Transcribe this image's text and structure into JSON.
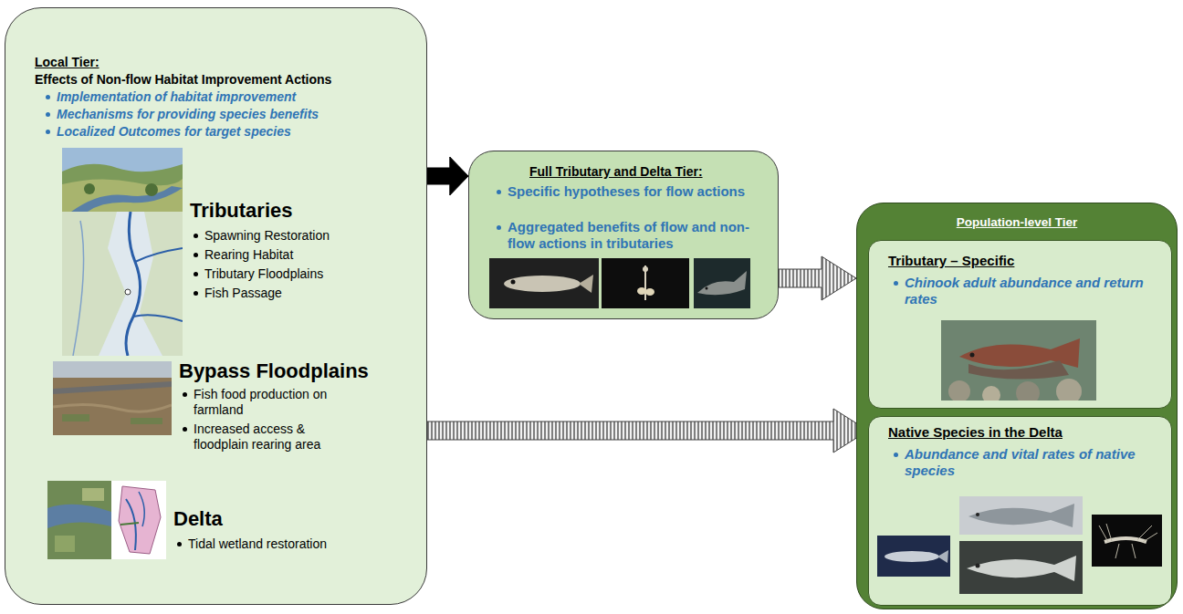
{
  "diagram": {
    "nodes": [
      {
        "text": [
          "Local Tier:",
          "Effects of Non-flow Habitat Improvement Actions",
          "Implementation of habitat improvement",
          "Mechanisms for providing species benefits",
          "Localized Outcomes for target species",
          "Tributaries",
          "Spawning Restoration",
          "Rearing Habitat",
          "Tributary Floodplains",
          "Fish Passage",
          "Bypass Floodplains",
          "Fish food production on farmland",
          "Increased access & floodplain rearing area",
          "Delta",
          "Tidal wetland restoration"
        ]
      },
      {
        "text": [
          "Full Tributary and Delta Tier:",
          "Specific hypotheses for flow actions",
          "Aggregated benefits of flow and non-flow actions in tributaries"
        ]
      },
      {
        "text": [
          "Population-level Tier"
        ]
      },
      {
        "text": [
          "Tributary – Specific",
          "Chinook adult abundance and return rates"
        ],
        "in": 2
      },
      {
        "text": [
          "Native Species in the Delta",
          "Abundance and vital rates of native species"
        ],
        "in": 2
      }
    ],
    "edges": [
      {
        "from": 0,
        "to": 1,
        "arrow": "to"
      },
      {
        "from": 1,
        "to": 2,
        "arrow": "to"
      },
      {
        "from": 0,
        "to": 4,
        "arrow": "to"
      }
    ]
  }
}
